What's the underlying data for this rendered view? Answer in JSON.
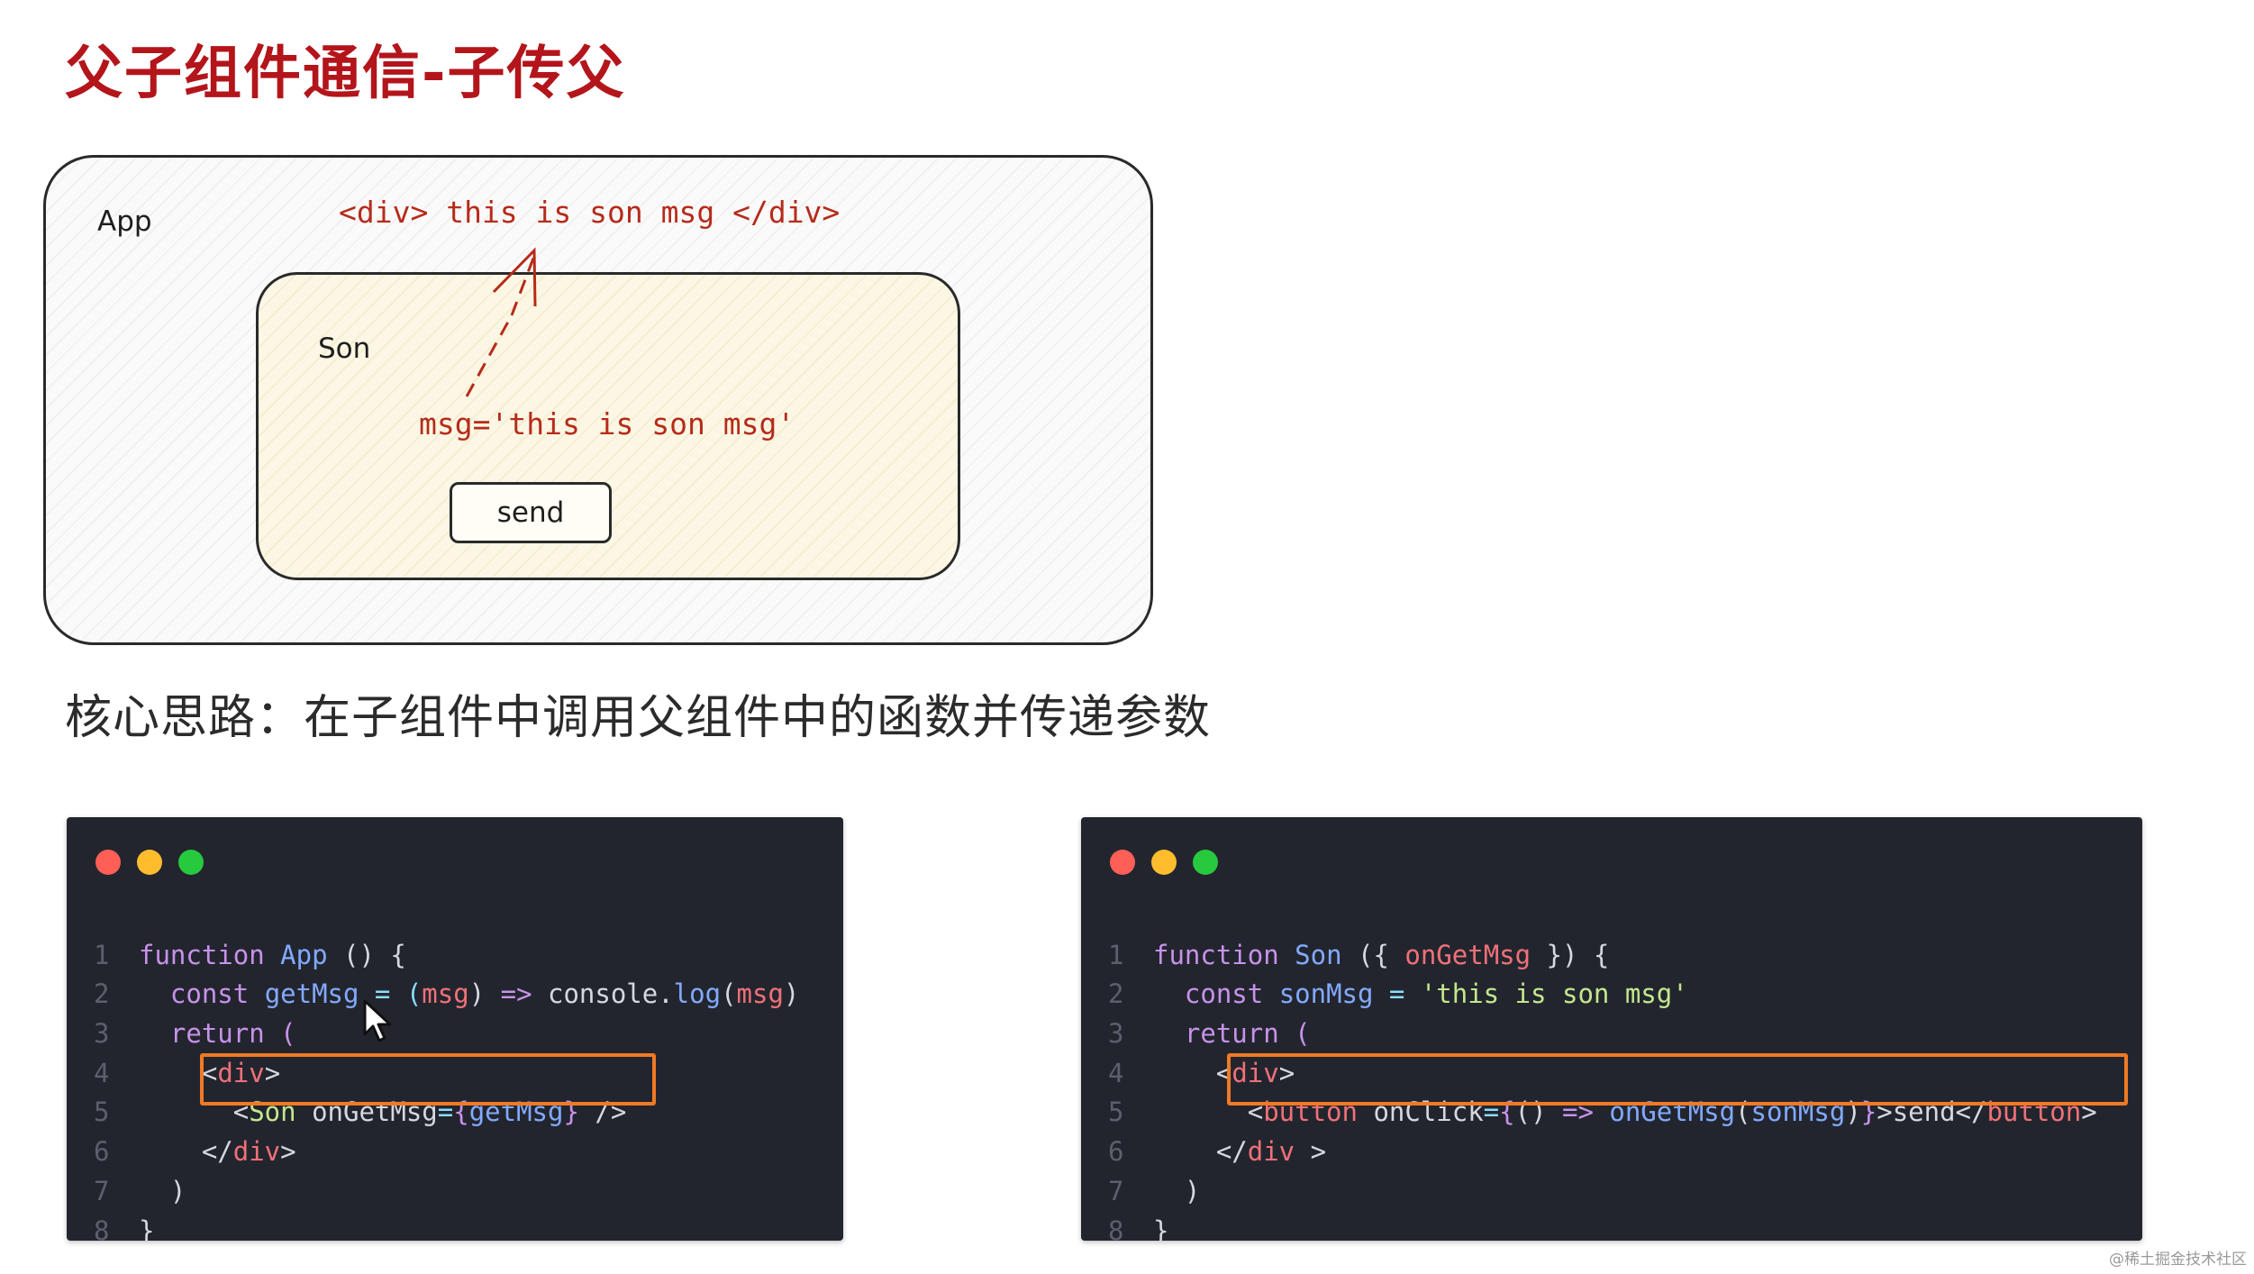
{
  "title": "父子组件通信-子传父",
  "diagram": {
    "app_label": "App",
    "div_msg": "<div> this is son msg </div>",
    "son_label": "Son",
    "son_msg": "msg='this is son msg'",
    "send_label": "send"
  },
  "core_idea": "核心思路：在子组件中调用父组件中的函数并传递参数",
  "code_left": {
    "line_numbers": [
      "1",
      "2",
      "3",
      "4",
      "5",
      "6",
      "7",
      "8"
    ],
    "l1": [
      "function",
      "App",
      " () {"
    ],
    "l2": [
      "  const ",
      "getMsg",
      " = (",
      "msg",
      ") ",
      "=>",
      " console.",
      "log",
      "(",
      "msg",
      ")"
    ],
    "l3": [
      "  return ("
    ],
    "l4": [
      "    <",
      "div",
      ">"
    ],
    "l5": [
      "      <",
      "Son",
      " onGetMsg",
      "=",
      "{",
      "getMsg",
      "}",
      " />"
    ],
    "l6": [
      "    </",
      "div",
      ">"
    ],
    "l7": [
      "  )"
    ],
    "l8": [
      "}"
    ]
  },
  "code_right": {
    "line_numbers": [
      "1",
      "2",
      "3",
      "4",
      "5",
      "6",
      "7",
      "8"
    ],
    "l1": [
      "function",
      "Son",
      " ({ ",
      "onGetMsg",
      " }) {"
    ],
    "l2": [
      "  const ",
      "sonMsg",
      " = ",
      "'this is son msg'"
    ],
    "l3": [
      "  return ("
    ],
    "l4": [
      "    <",
      "div",
      ">"
    ],
    "l5": [
      "      <",
      "button",
      " onClick",
      "=",
      "{",
      "() ",
      "=>",
      " ",
      "onGetMsg",
      "(",
      "sonMsg",
      ")",
      "}",
      ">send</",
      "button",
      ">"
    ],
    "l6": [
      "    </",
      "div",
      " >"
    ],
    "l7": [
      "  )"
    ],
    "l8": [
      "}"
    ]
  },
  "colors": {
    "title": "#b3151b",
    "annotation": "#b62b1a",
    "dot_red": "#ff5f56",
    "dot_yellow": "#ffbd2e",
    "dot_green": "#27c93f",
    "highlight": "#ef7a25"
  },
  "icons": [
    "mouse-pointer-icon",
    "dashed-arrow-icon"
  ],
  "watermark": "@稀土掘金技术社区"
}
